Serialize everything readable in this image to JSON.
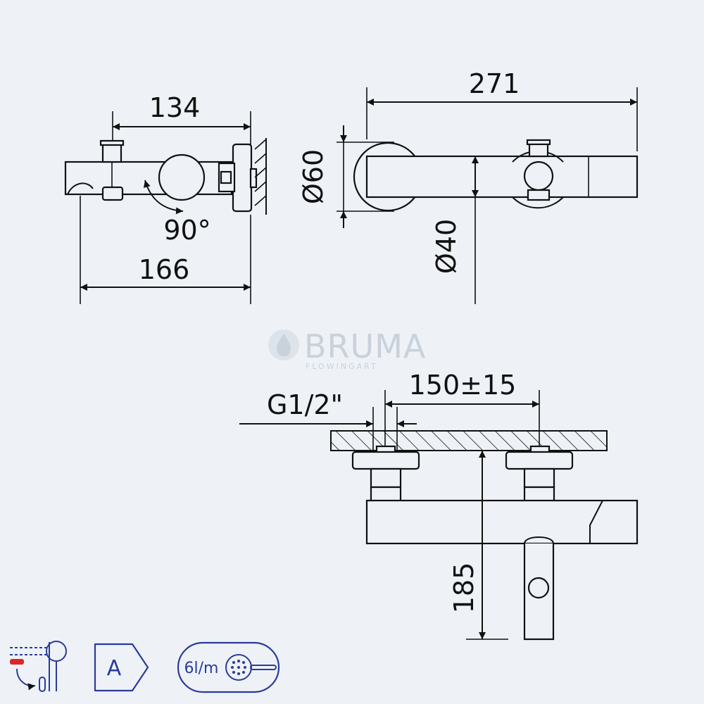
{
  "dimensions": {
    "top_width": "134",
    "rotation": "90°",
    "overall_width": "166",
    "length": "271",
    "diameter_large": "Ø60",
    "diameter_small": "Ø40",
    "connection_thread": "G1/2\"",
    "center_distance": "150±15",
    "projection": "185"
  },
  "watermark": {
    "brand": "BRUMA",
    "tagline": "FLOWINGART"
  },
  "badges": {
    "energy_class": "A",
    "flow_rate": "6l/m"
  },
  "colors": {
    "background": "#eef2f7",
    "line": "#111111",
    "badge_blue": "#2a3b9a",
    "badge_red": "#d9262c",
    "watermark": "#c9d1db"
  },
  "icons": [
    "thermostatic-mixer-icon",
    "energy-class-icon",
    "flow-rate-shower-icon"
  ]
}
